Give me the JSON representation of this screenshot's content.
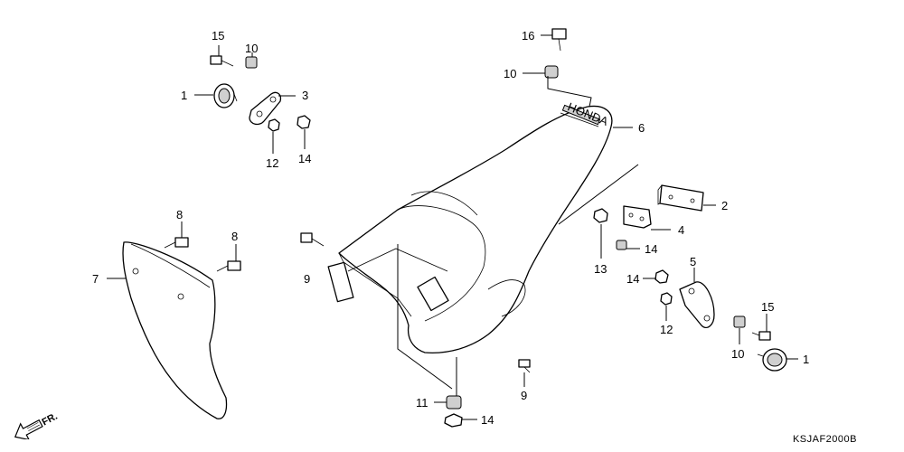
{
  "diagram_code": "KSJAF2000B",
  "direction_label": "FR.",
  "rear_fender_decal": "HONDA",
  "callouts": {
    "c1_top": "1",
    "c1_bottom": "1",
    "c2": "2",
    "c3": "3",
    "c4": "4",
    "c5": "5",
    "c6": "6",
    "c7": "7",
    "c8_a": "8",
    "c8_b": "8",
    "c9_a": "9",
    "c9_b": "9",
    "c10_a": "10",
    "c10_b": "10",
    "c10_c": "10",
    "c11": "11",
    "c12_a": "12",
    "c12_b": "12",
    "c13": "13",
    "c14_a": "14",
    "c14_b": "14",
    "c14_c": "14",
    "c14_d": "14",
    "c15_a": "15",
    "c15_b": "15",
    "c16": "16"
  }
}
